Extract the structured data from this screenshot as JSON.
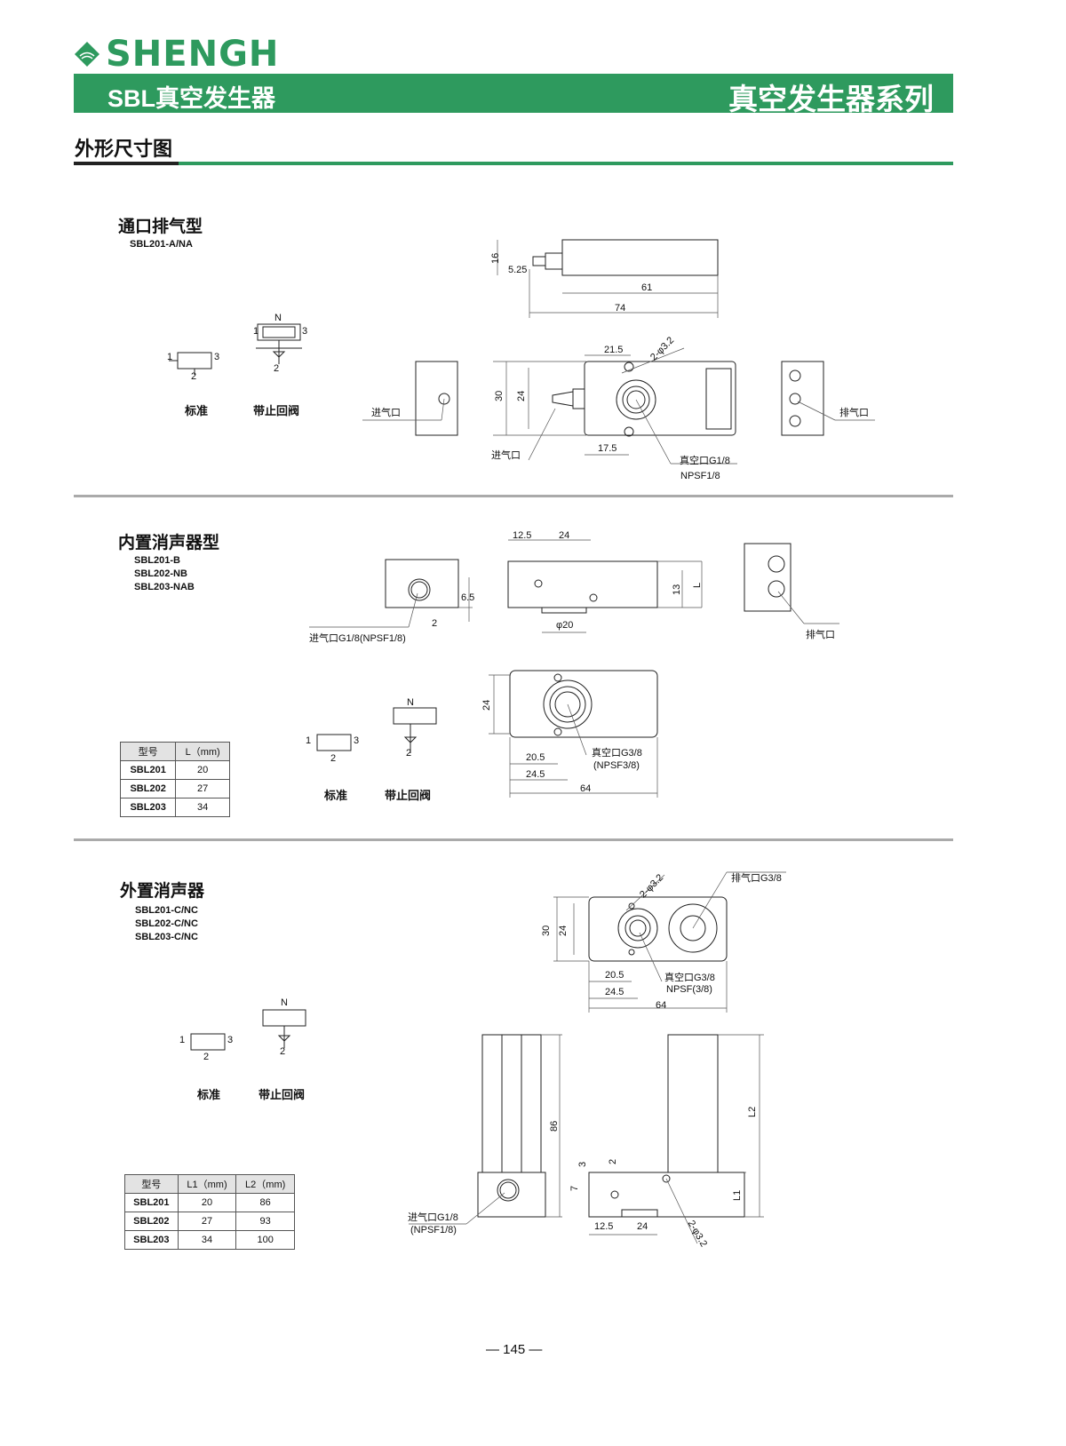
{
  "header": {
    "brand": "SHENGH",
    "product_title": "SBL真空发生器",
    "series_title": "真空发生器系列",
    "section_title": "外形尺寸图"
  },
  "symbol_labels": {
    "standard": "标准",
    "check_valve": "带止回阀",
    "port1": "1",
    "port2": "2",
    "port3": "3",
    "n": "N"
  },
  "section1": {
    "title": "通口排气型",
    "models": [
      "SBL201-A/NA"
    ],
    "dims": {
      "d16": "16",
      "d525": "5.25",
      "d61": "61",
      "d74": "74",
      "d215": "21.5",
      "hole": "2-φ3.2",
      "d30": "30",
      "d24": "24",
      "d175": "17.5"
    },
    "callouts": {
      "inlet_side": "进气口",
      "inlet_front": "进气口",
      "vacuum": "真空口G1/8",
      "vacuum_alt": "NPSF1/8",
      "exhaust": "排气口"
    }
  },
  "section2": {
    "title": "内置消声器型",
    "models": [
      "SBL201-B",
      "SBL202-NB",
      "SBL203-NAB"
    ],
    "dims": {
      "d125": "12.5",
      "d24top": "24",
      "d65": "6.5",
      "d2": "2",
      "d13": "13",
      "L": "L",
      "phi20": "φ20",
      "d24side": "24",
      "d205": "20.5",
      "d245": "24.5",
      "d64": "64"
    },
    "callouts": {
      "inlet": "进气口G1/8(NPSF1/8)",
      "exhaust": "排气口",
      "vacuum": "真空口G3/8",
      "vacuum_alt": "(NPSF3/8)"
    },
    "table": {
      "headers": [
        "型号",
        "L（mm)"
      ],
      "rows": [
        [
          "SBL201",
          "20"
        ],
        [
          "SBL202",
          "27"
        ],
        [
          "SBL203",
          "34"
        ]
      ]
    }
  },
  "section3": {
    "title": "外置消声器",
    "models": [
      "SBL201-C/NC",
      "SBL202-C/NC",
      "SBL203-C/NC"
    ],
    "dims": {
      "hole_top": "2-φ3.2",
      "d30": "30",
      "d24": "24",
      "d205": "20.5",
      "d245": "24.5",
      "d64": "64",
      "d86": "86",
      "L2": "L2",
      "d3": "3",
      "d2": "2",
      "d7": "7",
      "L1": "L1",
      "d125": "12.5",
      "d24b": "24",
      "hole_bottom": "2-φ3.2"
    },
    "callouts": {
      "exhaust": "排气口G3/8",
      "vacuum": "真空口G3/8",
      "vacuum_alt": "NPSF(3/8)",
      "inlet": "进气口G1/8",
      "inlet_alt": "(NPSF1/8)"
    },
    "table": {
      "headers": [
        "型号",
        "L1（mm)",
        "L2（mm)"
      ],
      "rows": [
        [
          "SBL201",
          "20",
          "86"
        ],
        [
          "SBL202",
          "27",
          "93"
        ],
        [
          "SBL203",
          "34",
          "100"
        ]
      ]
    }
  },
  "footer": {
    "page_number": "— 145 —"
  },
  "colors": {
    "brand_green": "#2e9a5e",
    "divider_gray": "#aaaaaa"
  }
}
